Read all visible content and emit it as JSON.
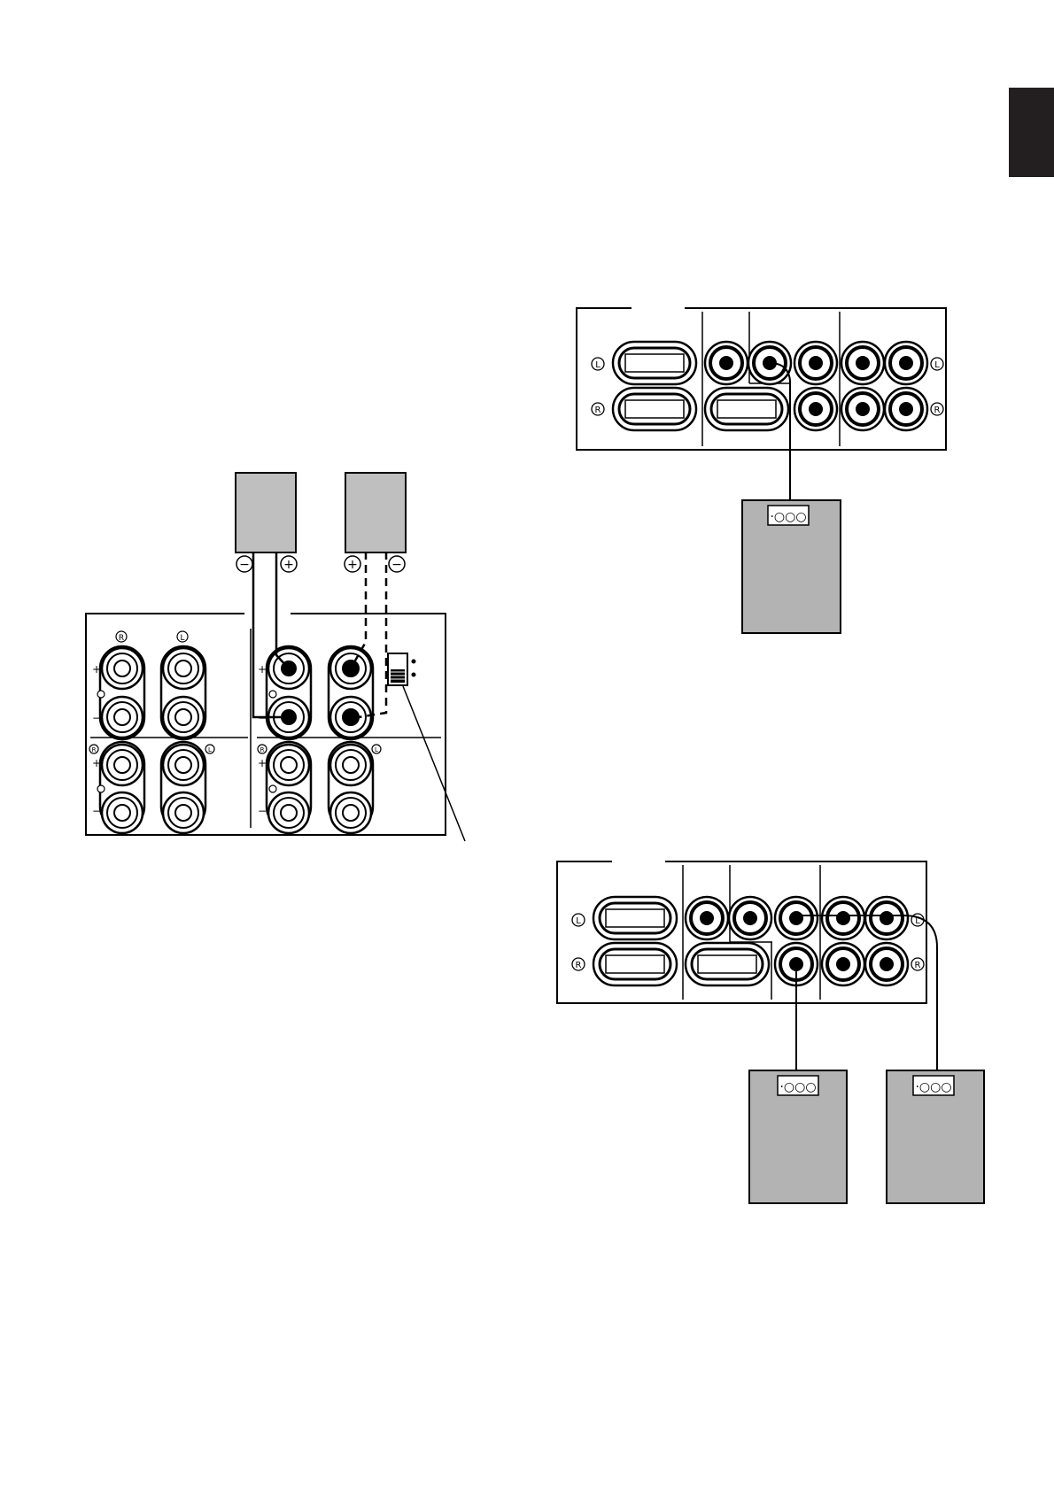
{
  "page": {
    "background": "#ffffff",
    "tab_color": "#231f20"
  },
  "speaker_diagram": {
    "terminal_markers": {
      "minus_left": "−",
      "plus_left": "+",
      "plus_right": "+",
      "minus_right": "−"
    },
    "channel_markers": {
      "right": "R",
      "left": "L"
    },
    "polarity_markers": {
      "plus": "+",
      "minus": "−"
    },
    "speaker_fill": "#bfbfbf"
  },
  "rca_diagram_top": {
    "channel_markers": {
      "left": "L",
      "right": "R"
    },
    "device_label": "·○○○",
    "device_fill": "#b3b3b3"
  },
  "rca_diagram_bottom": {
    "channel_markers": {
      "left": "L",
      "right": "R"
    },
    "device_label_1": "·○○○",
    "device_label_2": "·○○○",
    "device_fill": "#b3b3b3"
  }
}
